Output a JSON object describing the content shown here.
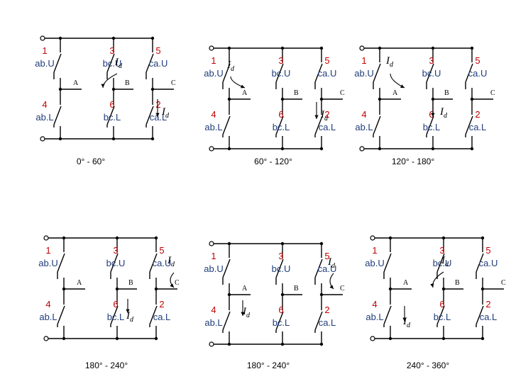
{
  "colors": {
    "number": "#c00000",
    "label": "#1f3d7a",
    "wire": "#000000"
  },
  "current_symbol": "I",
  "current_subscript": "d",
  "node_labels": [
    "A",
    "B",
    "C"
  ],
  "panels": [
    {
      "range": "0° - 60°",
      "switch_top": [
        {
          "num": "1",
          "label": "ab.U"
        },
        {
          "num": "3",
          "label": "bc.U"
        },
        {
          "num": "5",
          "label": "ca.U"
        }
      ],
      "switch_bottom": [
        {
          "num": "4",
          "label": "ab.L"
        },
        {
          "num": "6",
          "label": "bc.L"
        },
        {
          "num": "2",
          "label": "ca.L"
        }
      ]
    },
    {
      "range": "60° - 120°",
      "switch_top": [
        {
          "num": "1",
          "label": "ab.U"
        },
        {
          "num": "3",
          "label": "bc.U"
        },
        {
          "num": "5",
          "label": "ca.U"
        }
      ],
      "switch_bottom": [
        {
          "num": "4",
          "label": "ab.L"
        },
        {
          "num": "6",
          "label": "bc.L"
        },
        {
          "num": "2",
          "label": "ca.L"
        }
      ]
    },
    {
      "range": "120° - 180°",
      "switch_top": [
        {
          "num": "1",
          "label": "ab.U"
        },
        {
          "num": "3",
          "label": "bc.U"
        },
        {
          "num": "5",
          "label": "ca.U"
        }
      ],
      "switch_bottom": [
        {
          "num": "4",
          "label": "ab.L"
        },
        {
          "num": "6",
          "label": "bc.L"
        },
        {
          "num": "2",
          "label": "ca.L"
        }
      ]
    },
    {
      "range": "180° - 240°",
      "switch_top": [
        {
          "num": "1",
          "label": "ab.U"
        },
        {
          "num": "3",
          "label": "bc.U"
        },
        {
          "num": "5",
          "label": "ca.U"
        }
      ],
      "switch_bottom": [
        {
          "num": "4",
          "label": "ab.L"
        },
        {
          "num": "6",
          "label": "bc.L"
        },
        {
          "num": "2",
          "label": "ca.L"
        }
      ]
    },
    {
      "range": "180° - 240°",
      "switch_top": [
        {
          "num": "1",
          "label": "ab.U"
        },
        {
          "num": "3",
          "label": "bc.U"
        },
        {
          "num": "5",
          "label": "ca.U"
        }
      ],
      "switch_bottom": [
        {
          "num": "4",
          "label": "ab.L"
        },
        {
          "num": "6",
          "label": "bc.L"
        },
        {
          "num": "2",
          "label": "ca.L"
        }
      ]
    },
    {
      "range": "240° - 360°",
      "switch_top": [
        {
          "num": "1",
          "label": "ab.U"
        },
        {
          "num": "3",
          "label": "bc.U"
        },
        {
          "num": "5",
          "label": "ca.U"
        }
      ],
      "switch_bottom": [
        {
          "num": "4",
          "label": "ab.L"
        },
        {
          "num": "6",
          "label": "bc.L"
        },
        {
          "num": "2",
          "label": "ca.L"
        }
      ]
    }
  ]
}
